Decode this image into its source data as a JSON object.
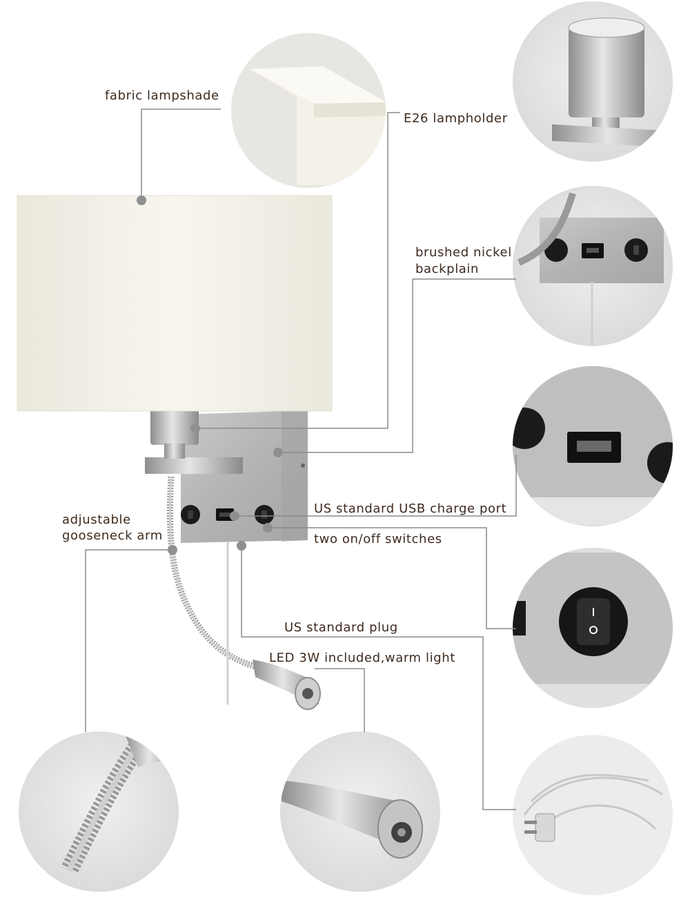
{
  "labels": {
    "fabric_lampshade": "fabric lampshade",
    "e26_lampholder": "E26 lampholder",
    "brushed_nickel_line1": "brushed nickel",
    "brushed_nickel_line2": "backplain",
    "gooseneck_line1": "adjustable",
    "gooseneck_line2": "gooseneck arm",
    "usb_port": "US standard USB charge port",
    "switches": "two on/off switches",
    "plug": "US standard plug",
    "led": "LED 3W included,warm light"
  },
  "colors": {
    "label_text": "#3d2a1e",
    "leader_line": "#8a8a8a",
    "leader_dot": "#8f8f8f",
    "shade": "#f1eee4",
    "nickel": "#b9b9b9",
    "detail_circle_bg": "#e3e3e3"
  },
  "icons": {
    "shade_corner": "lampshade-corner-detail",
    "lampholder": "e26-socket-detail",
    "backplate": "backplate-detail",
    "usb": "usb-port-detail",
    "switch": "rocker-switch-detail",
    "plug": "power-plug-detail",
    "gooseneck": "gooseneck-detail",
    "led_head": "led-head-detail"
  }
}
